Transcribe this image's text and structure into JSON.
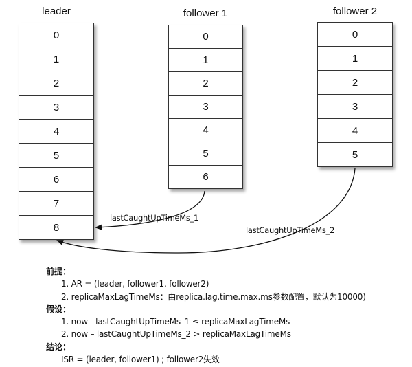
{
  "columns": [
    {
      "id": "leader",
      "title": "leader",
      "offsets": [
        "0",
        "1",
        "2",
        "3",
        "4",
        "5",
        "6",
        "7",
        "8"
      ]
    },
    {
      "id": "follower1",
      "title": "follower 1",
      "offsets": [
        "0",
        "1",
        "2",
        "3",
        "4",
        "5",
        "6"
      ]
    },
    {
      "id": "follower2",
      "title": "follower 2",
      "offsets": [
        "0",
        "1",
        "2",
        "3",
        "4",
        "5"
      ]
    }
  ],
  "arrows": [
    {
      "from": "follower1 offset 6",
      "to": "leader offset 8",
      "label": "lastCaughtUpTimeMs_1"
    },
    {
      "from": "follower2 offset 5",
      "to": "leader offset 8",
      "label": "lastCaughtUpTimeMs_2"
    }
  ],
  "notes": {
    "premise_title": "前提：",
    "premise_1": "1. AR = (leader, follower1, follower2)",
    "premise_2": "2. replicaMaxLagTimeMs：由replica.lag.time.max.ms参数配置，默认为10000)",
    "assume_title": "假设：",
    "assume_1": "1. now - lastCaughtUpTimeMs_1  ≤  replicaMaxLagTimeMs",
    "assume_2": "2. now – lastCaughtUpTimeMs_2  > replicaMaxLagTimeMs",
    "conclusion_title": "结论：",
    "conclusion_1": "ISR = (leader, follower1) ;  follower2失效"
  }
}
